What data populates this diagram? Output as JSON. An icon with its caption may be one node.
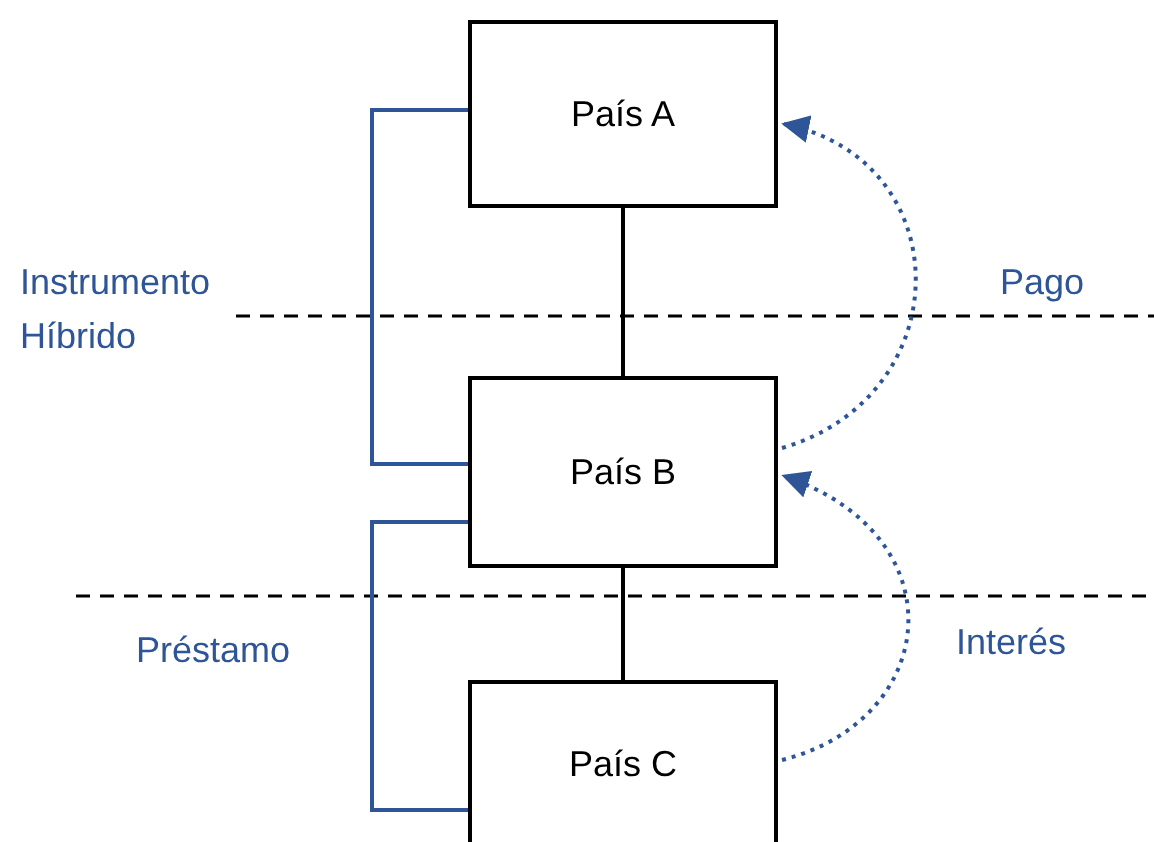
{
  "diagram": {
    "nodes": [
      {
        "text": [
          "País A"
        ]
      },
      {
        "text": [
          "País B"
        ]
      },
      {
        "text": [
          "País C"
        ]
      }
    ],
    "edges": [
      {
        "from": 0,
        "to": 1,
        "arrow": "none",
        "color": "#000000"
      },
      {
        "from": 1,
        "to": 2,
        "arrow": "none",
        "color": "#000000"
      },
      {
        "from": 0,
        "to": 1,
        "arrow": "none",
        "label": "Instrumento Híbrido"
      },
      {
        "from": 1,
        "to": 2,
        "arrow": "none",
        "label": "Préstamo"
      },
      {
        "from": 1,
        "to": 0,
        "arrow": "to",
        "style": "dashed",
        "label": "Pago"
      },
      {
        "from": 2,
        "to": 1,
        "arrow": "to",
        "style": "dashed",
        "label": "Interés"
      }
    ]
  }
}
